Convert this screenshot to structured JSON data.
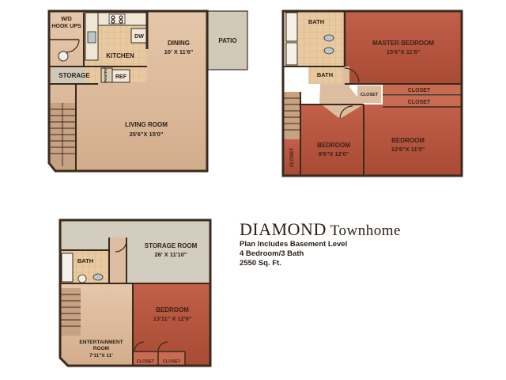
{
  "colors": {
    "beige_floor": "#d9b79a",
    "storage_gray": "#cfc9bb",
    "tile": "#e8c9a0",
    "red_room": "#b9573f",
    "wall": "#3a2a1e"
  },
  "floor1": {
    "wd_hookups": [
      "W/D",
      "HOOK UPS"
    ],
    "kitchen": "KITCHEN",
    "dw": "DW",
    "storage": "STORAGE",
    "pantry": "PANTRY",
    "ref": "REF",
    "dining": {
      "name": "DINING",
      "dims": "10' X 11'6\""
    },
    "patio": "PATIO",
    "living": {
      "name": "LIVING ROOM",
      "dims": "25'6\"X 15'0\""
    }
  },
  "floor2": {
    "bath_top": "BATH",
    "bath_mid": "BATH",
    "master": {
      "name": "MASTER BEDROOM",
      "dims": "15'6\"X 11'6\""
    },
    "closet_small": "CLOSET",
    "closet_a": "CLOSET",
    "closet_b": "CLOSET",
    "bedroom_a": {
      "name": "BEDROOM",
      "dims": "9'6\"X 12'0\""
    },
    "bedroom_b": {
      "name": "BEDROOM",
      "dims": "12'6\"X 11'0\""
    },
    "closet_side": "CLOSET"
  },
  "basement": {
    "bath": "BATH",
    "storage": {
      "name": "STORAGE ROOM",
      "dims": "26' X 11'10\""
    },
    "bedroom": {
      "name": "BEDROOM",
      "dims": "13'11\" X 12'6\""
    },
    "entertainment": {
      "line1": "ENTERTAINMENT",
      "line2": "ROOM",
      "dims": "7'11\"X 11'"
    },
    "closet_a": "CLOSET",
    "closet_b": "CLOSET"
  },
  "info": {
    "name_bold": "DIAMOND",
    "name_rest": "Townhome",
    "plan_note": "Plan Includes Basement Level",
    "beds_baths": "4 Bedroom/3 Bath",
    "sqft": "2550 Sq. Ft."
  }
}
